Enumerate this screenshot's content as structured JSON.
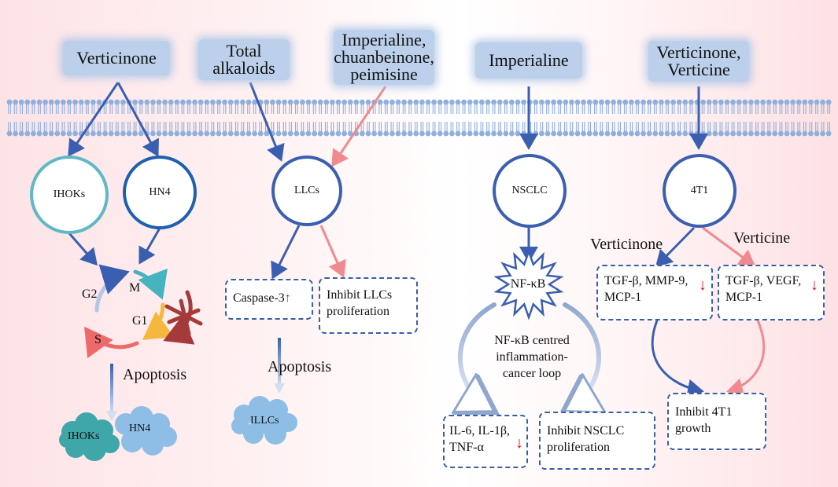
{
  "drugs": {
    "verticinone": "Verticinone",
    "total_alkaloids": "Total alkaloids",
    "imperialine_mix": "Imperialine, chuanbeinone, peimisine",
    "imperialine": "Imperialine",
    "verticinone_verticine": "Verticinone, Verticine"
  },
  "cells": {
    "ihoks": "IHOKs",
    "hn4": "HN4",
    "llcs": "LLCs",
    "nsclc": "NSCLC",
    "t41": "4T1"
  },
  "cell_cycle": {
    "g2": "G2",
    "m": "M",
    "g1": "G1",
    "s": "S"
  },
  "labels": {
    "apoptosis_left": "Apoptosis",
    "apoptosis_mid": "Apoptosis",
    "verticinone": "Verticinone",
    "verticine": "Verticine",
    "nfkb": "NF-κB",
    "nfkb_loop": "NF-κB centred inflammation-cancer loop"
  },
  "boxes": {
    "caspase": "Caspase-3",
    "inhibit_llcs": "Inhibit LLCs proliferation",
    "il6": "IL-6, IL-1β, TNF-α",
    "inhibit_nsclc": "Inhibit NSCLC proliferation",
    "tgf_mmp": "TGF-β, MMP-9, MCP-1",
    "tgf_vegf": "TGF-β, VEGF, MCP-1",
    "inhibit_4t1": "Inhibit 4T1 growth"
  },
  "blobs": {
    "ihoks": "IHOKs",
    "hn4": "HN4",
    "illcs": "ILLCs"
  },
  "colors": {
    "blue_arrow": "#3a5fb0",
    "pink_arrow": "#f08a8e",
    "dashed_border": "#3a5da8",
    "drug_box": "#bcd0ec",
    "membrane": "#8fb0dc",
    "red_down": "#e01010",
    "ihoks_circle": "#5fb8c4",
    "hn4_circle": "#1e5fae"
  }
}
